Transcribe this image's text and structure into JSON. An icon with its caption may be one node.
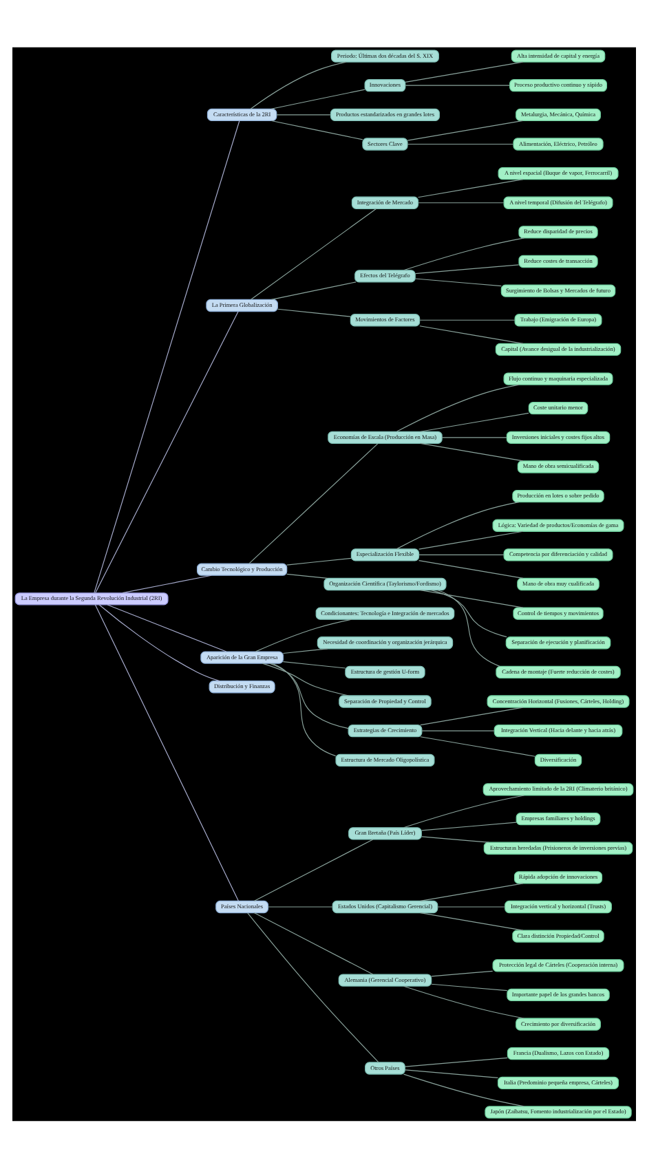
{
  "diagram": {
    "nodes": [
      {
        "text": [
          "La Empresa durante la Segunda Revolución Industrial (2RI)"
        ]
      },
      {
        "text": [
          "Características de la 2RI"
        ]
      },
      {
        "text": [
          "Periodo: Últimas dos décadas del S. XIX"
        ]
      },
      {
        "text": [
          "Innovaciones"
        ]
      },
      {
        "text": [
          "Alta intensidad de capital y energía"
        ]
      },
      {
        "text": [
          "Proceso productivo continuo y rápido"
        ]
      },
      {
        "text": [
          "Productos estandarizados en grandes lotes"
        ]
      },
      {
        "text": [
          "Sectores Clave"
        ]
      },
      {
        "text": [
          "Metalurgia, Mecánica, Química"
        ]
      },
      {
        "text": [
          "Alimentación, Eléctrico, Petróleo"
        ]
      },
      {
        "text": [
          "La Primera Globalización"
        ]
      },
      {
        "text": [
          "Integración de Mercado"
        ]
      },
      {
        "text": [
          "A nivel espacial (Buque de vapor, Ferrocarril)"
        ]
      },
      {
        "text": [
          "A nivel temporal (Difusión del Telégrafo)"
        ]
      },
      {
        "text": [
          "Efectos del Telégrafo"
        ]
      },
      {
        "text": [
          "Reduce disparidad de precios"
        ]
      },
      {
        "text": [
          "Reduce costes de transacción"
        ]
      },
      {
        "text": [
          "Surgimiento de Bolsas y Mercados de futuro"
        ]
      },
      {
        "text": [
          "Movimientos de Factores"
        ]
      },
      {
        "text": [
          "Trabajo (Emigración de Europa)"
        ]
      },
      {
        "text": [
          "Capital (Avance desigual de la industrialización)"
        ]
      },
      {
        "text": [
          "Cambio Tecnológico y Producción"
        ]
      },
      {
        "text": [
          "Economías de Escala (Producción en Masa)"
        ]
      },
      {
        "text": [
          "Flujo continuo y maquinaria especializada"
        ]
      },
      {
        "text": [
          "Coste unitario menor"
        ]
      },
      {
        "text": [
          "Inversiones iniciales y costes fijos altos"
        ]
      },
      {
        "text": [
          "Mano de obra semicualificada"
        ]
      },
      {
        "text": [
          "Especialización Flexible"
        ]
      },
      {
        "text": [
          "Producción en lotes o sobre pedido"
        ]
      },
      {
        "text": [
          "Lógica: Variedad de productos/Economías de gama"
        ]
      },
      {
        "text": [
          "Competencia por diferenciación y calidad"
        ]
      },
      {
        "text": [
          "Mano de obra muy cualificada"
        ]
      },
      {
        "text": [
          "Organización Científica (Taylorismo/Fordismo)"
        ]
      },
      {
        "text": [
          "Control de tiempos y movimientos"
        ]
      },
      {
        "text": [
          "Separación de ejecución y planificación"
        ]
      },
      {
        "text": [
          "Cadena de montaje (Fuerte reducción de costes)"
        ]
      },
      {
        "text": [
          "Aparición de la Gran Empresa"
        ]
      },
      {
        "text": [
          "Condicionantes: Tecnología e Integración de mercados"
        ]
      },
      {
        "text": [
          "Necesidad de coordinación y organización jerárquica"
        ]
      },
      {
        "text": [
          "Estructura de gestión U-form"
        ]
      },
      {
        "text": [
          "Separación de Propiedad y Control"
        ]
      },
      {
        "text": [
          "Estrategias de Crecimiento"
        ]
      },
      {
        "text": [
          "Concentración Horizontal (Fusiones, Cárteles, Holding)"
        ]
      },
      {
        "text": [
          "Integración Vertical (Hacia delante y hacia atrás)"
        ]
      },
      {
        "text": [
          "Diversificación"
        ]
      },
      {
        "text": [
          "Estructura de Mercado Oligopolística"
        ]
      },
      {
        "text": [
          "Distribución y Finanzas"
        ]
      },
      {
        "text": [
          "Países Nacionales"
        ]
      },
      {
        "text": [
          "Gran Bretaña (País Líder)"
        ]
      },
      {
        "text": [
          "Aprovechamiento limitado de la 2RI (Climaterio británico)"
        ]
      },
      {
        "text": [
          "Empresas familiares y holdings"
        ]
      },
      {
        "text": [
          "Estructuras heredadas (Prisioneros de inversiones previas)"
        ]
      },
      {
        "text": [
          "Estados Unidos (Capitalismo Gerencial)"
        ]
      },
      {
        "text": [
          "Rápida adopción de innovaciones"
        ]
      },
      {
        "text": [
          "Integración vertical y horizontal (Trusts)"
        ]
      },
      {
        "text": [
          "Clara distinción Propiedad/Control"
        ]
      },
      {
        "text": [
          "Alemania (Gerencial Cooperativo)"
        ]
      },
      {
        "text": [
          "Protección legal de Cárteles (Cooperación interna)"
        ]
      },
      {
        "text": [
          "Importante papel de los grandes bancos"
        ]
      },
      {
        "text": [
          "Crecimiento por diversificación"
        ]
      },
      {
        "text": [
          "Otros Países"
        ]
      },
      {
        "text": [
          "Francia (Dualismo, Lazos con Estado)"
        ]
      },
      {
        "text": [
          "Italia (Predominio pequeña empresa, Cárteles)"
        ]
      },
      {
        "text": [
          "Japón (Zaibatsu, Fomento industrialización por el Estado)"
        ]
      }
    ],
    "edges": [
      {
        "from": 0,
        "to": 1,
        "arrow": "none",
        "color": "#a9aed0"
      },
      {
        "from": 1,
        "to": 2,
        "arrow": "none"
      },
      {
        "from": 1,
        "to": 3,
        "arrow": "none"
      },
      {
        "from": 3,
        "to": 4,
        "arrow": "none"
      },
      {
        "from": 3,
        "to": 5,
        "arrow": "none"
      },
      {
        "from": 1,
        "to": 6,
        "arrow": "none"
      },
      {
        "from": 1,
        "to": 7,
        "arrow": "none"
      },
      {
        "from": 7,
        "to": 8,
        "arrow": "none"
      },
      {
        "from": 7,
        "to": 9,
        "arrow": "none"
      },
      {
        "from": 0,
        "to": 10,
        "arrow": "none",
        "color": "#a9aed0"
      },
      {
        "from": 10,
        "to": 11,
        "arrow": "none"
      },
      {
        "from": 11,
        "to": 12,
        "arrow": "none"
      },
      {
        "from": 11,
        "to": 13,
        "arrow": "none"
      },
      {
        "from": 10,
        "to": 14,
        "arrow": "none"
      },
      {
        "from": 14,
        "to": 15,
        "arrow": "none"
      },
      {
        "from": 14,
        "to": 16,
        "arrow": "none"
      },
      {
        "from": 14,
        "to": 17,
        "arrow": "none"
      },
      {
        "from": 10,
        "to": 18,
        "arrow": "none"
      },
      {
        "from": 18,
        "to": 19,
        "arrow": "none"
      },
      {
        "from": 18,
        "to": 20,
        "arrow": "none"
      },
      {
        "from": 0,
        "to": 21,
        "arrow": "none",
        "color": "#a9aed0"
      },
      {
        "from": 21,
        "to": 22,
        "arrow": "none"
      },
      {
        "from": 22,
        "to": 23,
        "arrow": "none"
      },
      {
        "from": 22,
        "to": 24,
        "arrow": "none"
      },
      {
        "from": 22,
        "to": 25,
        "arrow": "none"
      },
      {
        "from": 22,
        "to": 26,
        "arrow": "none"
      },
      {
        "from": 21,
        "to": 27,
        "arrow": "none"
      },
      {
        "from": 27,
        "to": 28,
        "arrow": "none"
      },
      {
        "from": 27,
        "to": 29,
        "arrow": "none"
      },
      {
        "from": 27,
        "to": 30,
        "arrow": "none"
      },
      {
        "from": 27,
        "to": 31,
        "arrow": "none"
      },
      {
        "from": 21,
        "to": 32,
        "arrow": "none"
      },
      {
        "from": 32,
        "to": 33,
        "arrow": "none"
      },
      {
        "from": 32,
        "to": 34,
        "arrow": "none"
      },
      {
        "from": 32,
        "to": 35,
        "arrow": "none"
      },
      {
        "from": 0,
        "to": 36,
        "arrow": "none",
        "color": "#a9aed0"
      },
      {
        "from": 36,
        "to": 37,
        "arrow": "none"
      },
      {
        "from": 36,
        "to": 38,
        "arrow": "none"
      },
      {
        "from": 36,
        "to": 39,
        "arrow": "none"
      },
      {
        "from": 36,
        "to": 40,
        "arrow": "none"
      },
      {
        "from": 36,
        "to": 41,
        "arrow": "none"
      },
      {
        "from": 41,
        "to": 42,
        "arrow": "none"
      },
      {
        "from": 41,
        "to": 43,
        "arrow": "none"
      },
      {
        "from": 41,
        "to": 44,
        "arrow": "none"
      },
      {
        "from": 36,
        "to": 45,
        "arrow": "none"
      },
      {
        "from": 0,
        "to": 46,
        "arrow": "none",
        "color": "#a9aed0"
      },
      {
        "from": 0,
        "to": 47,
        "arrow": "none",
        "color": "#a9aed0"
      },
      {
        "from": 47,
        "to": 48,
        "arrow": "none"
      },
      {
        "from": 48,
        "to": 49,
        "arrow": "none"
      },
      {
        "from": 48,
        "to": 50,
        "arrow": "none"
      },
      {
        "from": 48,
        "to": 51,
        "arrow": "none"
      },
      {
        "from": 47,
        "to": 52,
        "arrow": "none"
      },
      {
        "from": 52,
        "to": 53,
        "arrow": "none"
      },
      {
        "from": 52,
        "to": 54,
        "arrow": "none"
      },
      {
        "from": 52,
        "to": 55,
        "arrow": "none"
      },
      {
        "from": 47,
        "to": 56,
        "arrow": "none"
      },
      {
        "from": 56,
        "to": 57,
        "arrow": "none"
      },
      {
        "from": 56,
        "to": 58,
        "arrow": "none"
      },
      {
        "from": 56,
        "to": 59,
        "arrow": "none"
      },
      {
        "from": 47,
        "to": 60,
        "arrow": "none"
      },
      {
        "from": 60,
        "to": 61,
        "arrow": "none"
      },
      {
        "from": 60,
        "to": 62,
        "arrow": "none"
      },
      {
        "from": 60,
        "to": 63,
        "arrow": "none"
      }
    ]
  }
}
